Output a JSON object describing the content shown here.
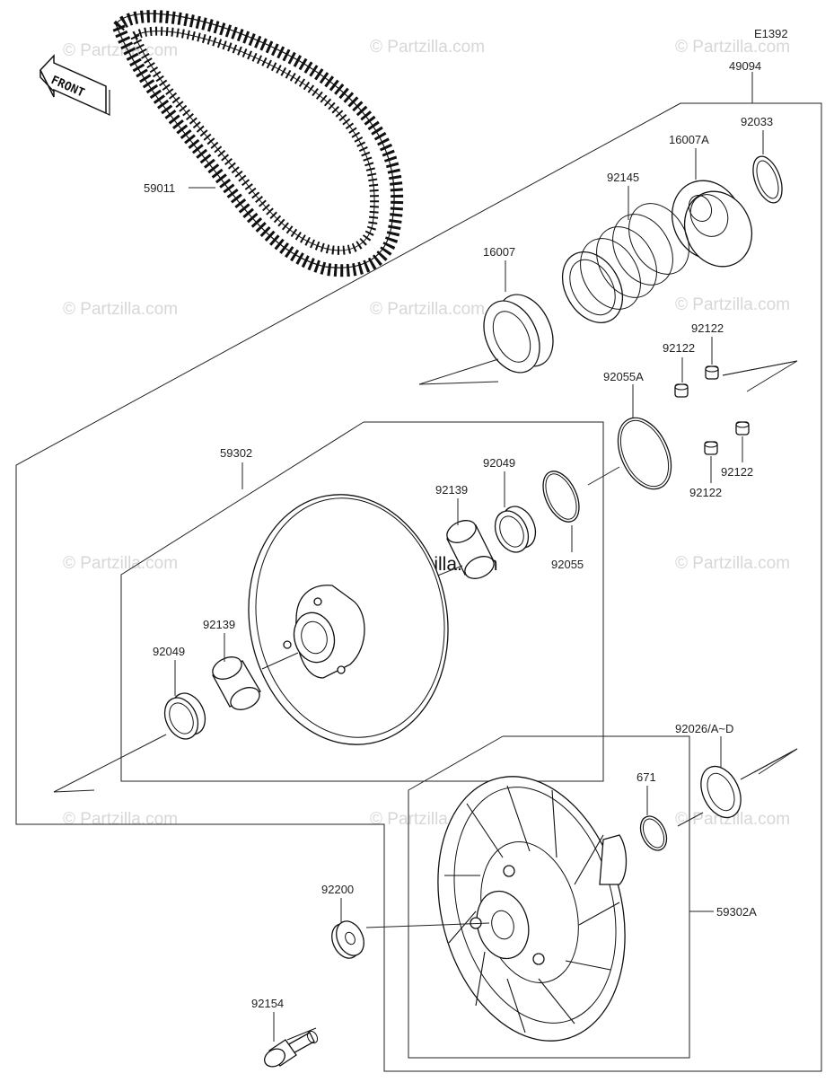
{
  "diagram": {
    "code": "E1392",
    "front_label": "FRONT",
    "watermark": "© Partzilla.com",
    "watermark_center": "© Partzilla.com",
    "labels": {
      "p49094": "49094",
      "p92033": "92033",
      "p16007A": "16007A",
      "p92145": "92145",
      "p16007": "16007",
      "p59011": "59011",
      "p92122_a": "92122",
      "p92122_b": "92122",
      "p92122_c": "92122",
      "p92122_d": "92122",
      "p92055A": "92055A",
      "p59302": "59302",
      "p92049_a": "92049",
      "p92139_a": "92139",
      "p92055": "92055",
      "p92139_b": "92139",
      "p92049_b": "92049",
      "p92026": "92026/A~D",
      "p671": "671",
      "p59302A": "59302A",
      "p92200": "92200",
      "p92154": "92154"
    }
  }
}
